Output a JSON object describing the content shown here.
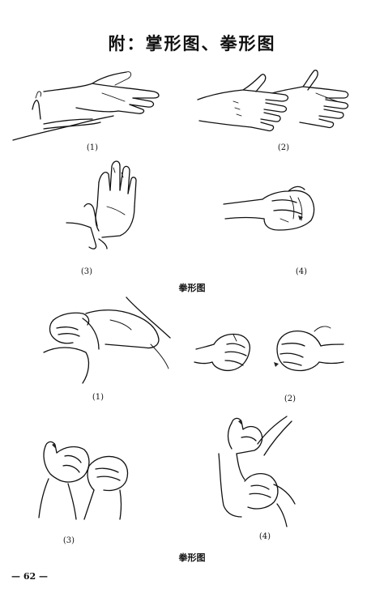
{
  "page": {
    "title": "附：掌形图、拳形图",
    "page_number": "— 62 —"
  },
  "palm_section": {
    "figures": [
      {
        "label": "(1)",
        "icon": "palm-hands-icon"
      },
      {
        "label": "(2)",
        "icon": "palm-hands-icon"
      },
      {
        "label": "(3)",
        "icon": "palm-hand-icon"
      },
      {
        "label": "(4)",
        "icon": "cupped-hands-icon"
      }
    ],
    "caption": "拳形图"
  },
  "fist_section": {
    "figures": [
      {
        "label": "(1)",
        "icon": "fist-in-palm-icon"
      },
      {
        "label": "(2)",
        "icon": "two-fists-icon"
      },
      {
        "label": "(3)",
        "icon": "crossed-fists-icon"
      },
      {
        "label": "(4)",
        "icon": "stacked-fists-icon"
      }
    ],
    "caption": "拳形图"
  }
}
